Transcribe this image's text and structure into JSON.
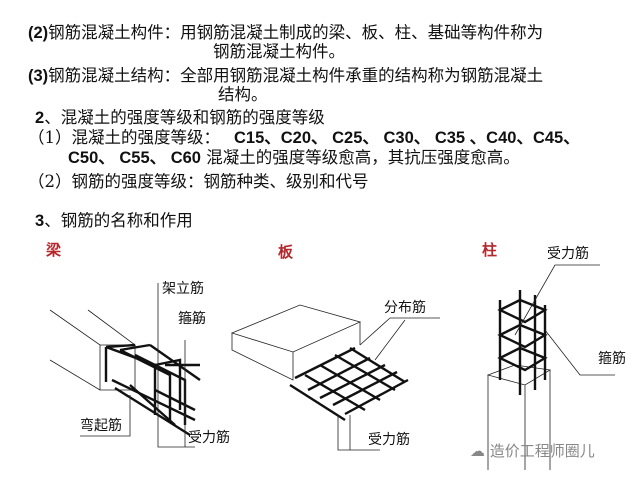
{
  "text": {
    "l1_num": "(2)",
    "l1": "钢筋混凝土构件：用钢筋混凝土制成的梁、板、柱、基础等构件称为",
    "l2": "钢筋混凝土构件。",
    "l3_num": "(3)",
    "l3": "钢筋混凝土结构：全部用钢筋混凝土构件承重的结构称为钢筋混凝土",
    "l4": "结构。",
    "l5_num": "2",
    "l5": "、混凝土的强度等级和钢筋的强度等级",
    "l6_head": "（1）混凝土的强度等级：",
    "l6_grades": "C15、C20、 C25、 C30、 C35 、C40、C45、",
    "l7_grades": "C50、 C55、 C60",
    "l7": "混凝土的强度等级愈高，其抗压强度愈高。",
    "l8": "（2）钢筋的强度等级：钢筋种类、级别和代号",
    "l9_num": "3",
    "l9": "、钢筋的名称和作用"
  },
  "diagrams": {
    "beam": {
      "title": "梁",
      "labels": [
        "架立筋",
        "箍筋",
        "弯起筋",
        "受力筋"
      ]
    },
    "slab": {
      "title": "板",
      "labels": [
        "分布筋",
        "受力筋"
      ]
    },
    "column": {
      "title": "柱",
      "labels": [
        "受力筋",
        "箍筋"
      ]
    }
  },
  "watermark": "造价工程师圈儿",
  "colors": {
    "title_red": "#b3282d"
  }
}
